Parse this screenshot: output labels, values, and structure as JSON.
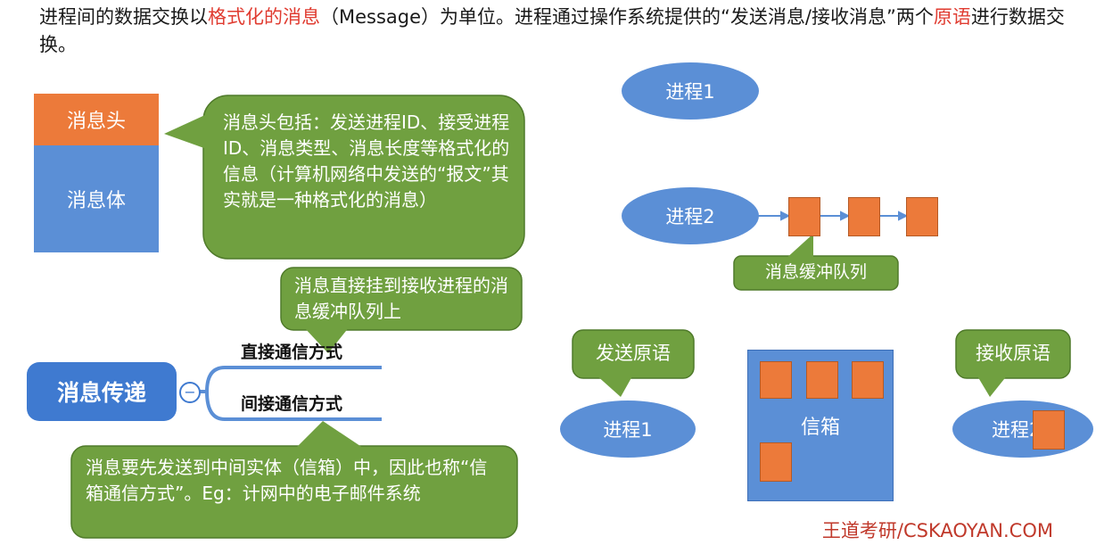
{
  "intro": {
    "part1": "进程间的数据交换以",
    "part2": "格式化的消息",
    "part3": "（Message）为单位。进程通过操作系统提供的“发送消息/接收消息”两个",
    "part4": "原语",
    "part5": "进行数据交换。"
  },
  "message_structure": {
    "header_label": "消息头",
    "body_label": "消息体",
    "header_callout": "消息头包括：发送进程ID、接受进程ID、消息类型、消息长度等格式化的信息（计算机网络中发送的“报文”其实就是一种格式化的消息）"
  },
  "mindmap": {
    "root_label": "消息传递",
    "collapse_symbol": "−",
    "branch_direct": "直接通信方式",
    "branch_indirect": "间接通信方式",
    "direct_callout": "消息直接挂到接收进程的消息缓冲队列上",
    "indirect_callout": "消息要先发送到中间实体（信箱）中，因此也称“信箱通信方式”。Eg：计网中的电子邮件系统"
  },
  "direct_diagram": {
    "process1_label": "进程1",
    "process2_label": "进程2",
    "queue_label": "消息缓冲队列"
  },
  "mailbox_diagram": {
    "send_primitive": "发送原语",
    "receive_primitive": "接收原语",
    "sender_label": "进程1",
    "receiver_label": "进程2",
    "mailbox_label": "信箱"
  },
  "watermark": "王道考研/CSKAOYAN.COM",
  "colors": {
    "orange": "#ec7a3a",
    "blue": "#5b8fd6",
    "green": "#70a040",
    "intro_highlight": "#e03c31"
  }
}
